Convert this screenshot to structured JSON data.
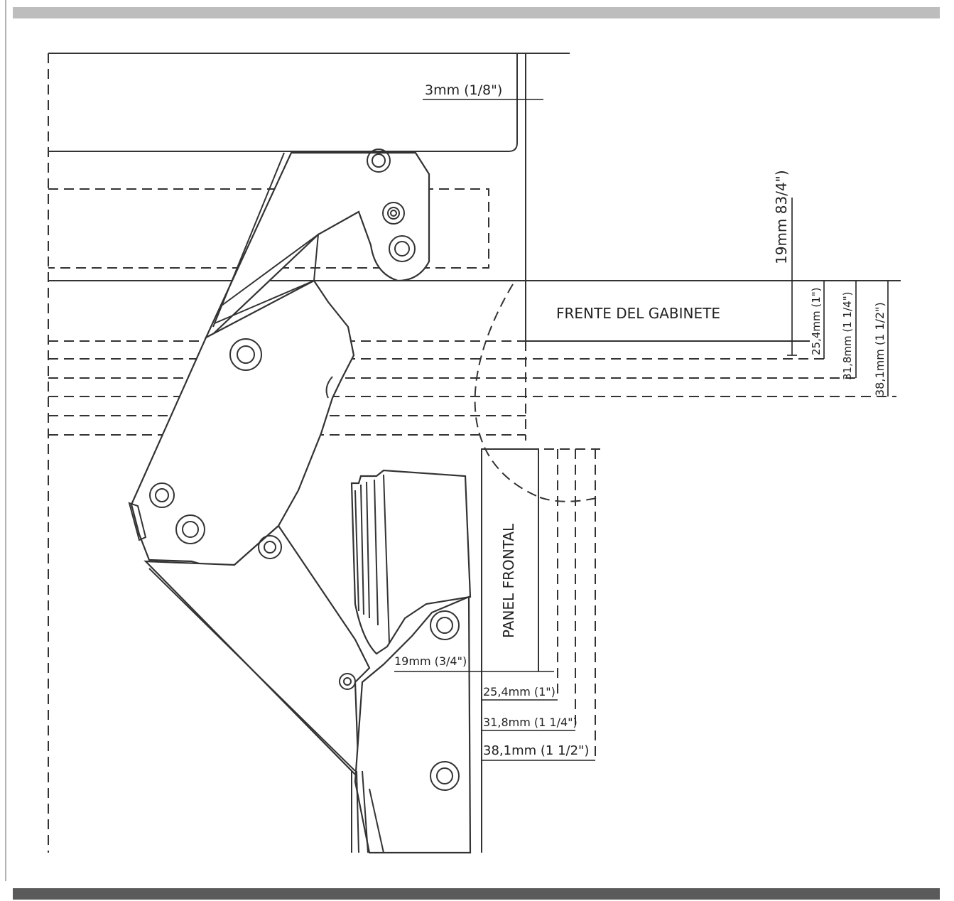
{
  "labels": {
    "gap_top": "3mm (1/8\")",
    "overlay_vertical": "19mm 83/4\")",
    "cabinet_front": "FRENTE DEL GABINETE",
    "front_panel": "PANEL FRONTAL",
    "v_25": "25,4mm (1\")",
    "v_31": "31,8mm (1 1/4\")",
    "v_38": "38,1mm (1 1/2\")",
    "h_19": "19mm (3/4\")",
    "h_25": "25,4mm (1\")",
    "h_31": "31,8mm (1 1/4\")",
    "h_38": "38,1mm (1 1/2\")"
  },
  "colors": {
    "line": "#333333",
    "top_bar": "#bdbdbd",
    "bottom_bar": "#5a5a5a"
  }
}
